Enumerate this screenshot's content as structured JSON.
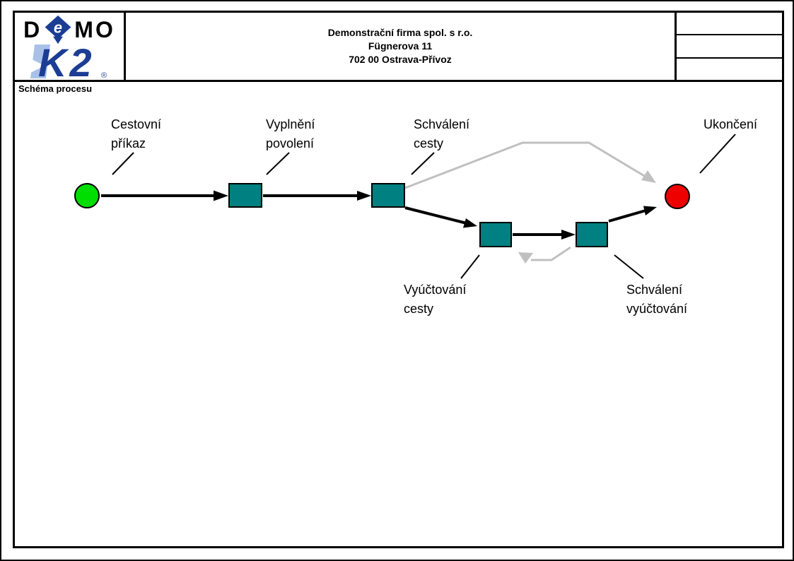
{
  "header": {
    "logo": {
      "demo_d": "D",
      "demo_e": "e",
      "demo_mo": "MO",
      "k2": "K2",
      "registered_mark": "®"
    },
    "company": {
      "name": "Demonstrační firma spol. s r.o.",
      "street": "Fügnerova 11",
      "city": "702 00 Ostrava-Přívoz"
    }
  },
  "section": {
    "title": "Schéma procesu"
  },
  "colors": {
    "start_node": "#00dd00",
    "end_node": "#ee0000",
    "task_node": "#008080",
    "flow_main": "#000000",
    "flow_alt": "#c0c0c0",
    "logo_navy": "#1b3d94",
    "logo_lightblue": "#a9c1e8"
  },
  "diagram": {
    "nodes": {
      "start": {
        "line1": "Cestovní",
        "line2": "příkaz"
      },
      "fill_permit": {
        "line1": "Vyplnění",
        "line2": "povolení"
      },
      "approve_trip": {
        "line1": "Schválení",
        "line2": "cesty"
      },
      "settle_trip": {
        "line1": "Vyúčtování",
        "line2": "cesty"
      },
      "approve_settlement": {
        "line1": "Schválení",
        "line2": "vyúčtování"
      },
      "end": {
        "line1": "Ukončení"
      }
    }
  }
}
